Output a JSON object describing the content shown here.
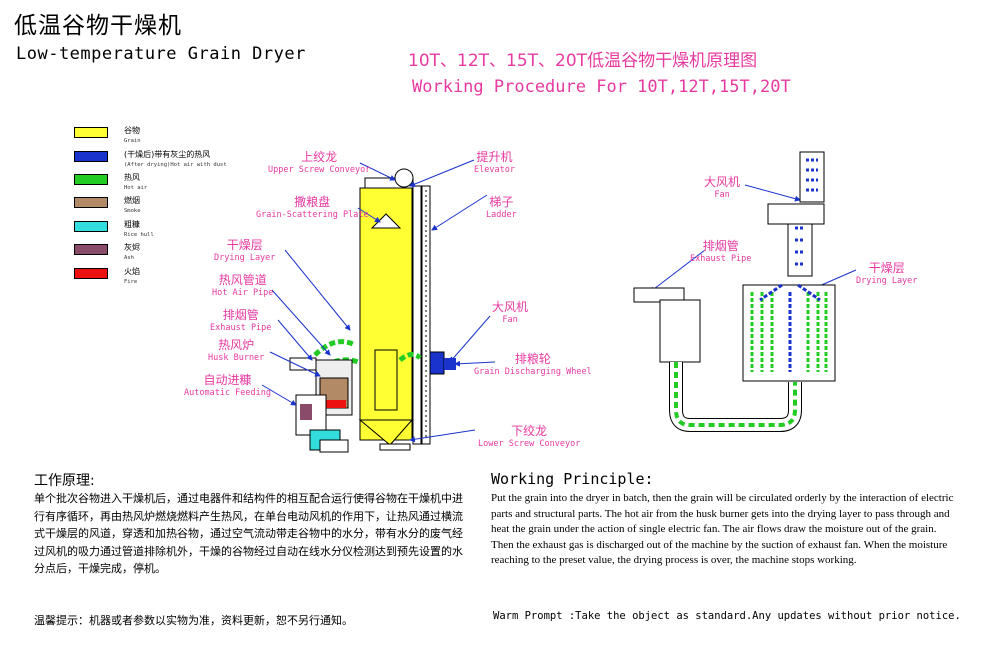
{
  "title": {
    "cn": "低温谷物干燥机",
    "en": "Low-temperature Grain Dryer"
  },
  "heading": {
    "cn": "10T、12T、15T、20T低温谷物干燥机原理图",
    "en": "Working Procedure For 10T,12T,15T,20T"
  },
  "legend": [
    {
      "cn": "谷物",
      "en": "Grain",
      "color": "#ffff33"
    },
    {
      "cn": "(干燥后)带有灰尘的热风",
      "en": "(After drying)Hot air with dust",
      "color": "#1a33cc"
    },
    {
      "cn": "热风",
      "en": "Hot air",
      "color": "#22cc22"
    },
    {
      "cn": "燃烟",
      "en": "Smoke",
      "color": "#b38a66"
    },
    {
      "cn": "粗糠",
      "en": "Rice hull",
      "color": "#33dddd"
    },
    {
      "cn": "灰烬",
      "en": "Ash",
      "color": "#8a4a6a"
    },
    {
      "cn": "火焰",
      "en": "Fire",
      "color": "#ee1111"
    }
  ],
  "labels": {
    "upper_screw": {
      "cn": "上绞龙",
      "en": "Upper Screw Conveyor"
    },
    "elevator": {
      "cn": "提升机",
      "en": "Elevator"
    },
    "scatter": {
      "cn": "撒粮盘",
      "en": "Grain-Scattering Plate"
    },
    "ladder": {
      "cn": "梯子",
      "en": "Ladder"
    },
    "drying_layer": {
      "cn": "干燥层",
      "en": "Drying Layer"
    },
    "hot_air_pipe": {
      "cn": "热风管道",
      "en": "Hot Air Pipe"
    },
    "fan": {
      "cn": "大风机",
      "en": "Fan"
    },
    "exhaust_pipe": {
      "cn": "排烟管",
      "en": "Exhaust Pipe"
    },
    "husk_burner": {
      "cn": "热风炉",
      "en": "Husk Burner"
    },
    "discharge_wheel": {
      "cn": "排粮轮",
      "en": "Grain Discharging Wheel"
    },
    "auto_feeding": {
      "cn": "自动进糠",
      "en": "Automatic Feeding"
    },
    "lower_screw": {
      "cn": "下绞龙",
      "en": "Lower Screw Conveyor"
    },
    "right_fan": {
      "cn": "大风机",
      "en": "Fan"
    },
    "right_exhaust": {
      "cn": "排烟管",
      "en": "Exhaust Pipe"
    },
    "right_drying": {
      "cn": "干燥层",
      "en": "Drying Layer"
    }
  },
  "working_principle": {
    "cn_title": "工作原理:",
    "cn_body": "单个批次谷物进入干燥机后，通过电器件和结构件的相互配合运行使得谷物在干燥机中进行有序循环，再由热风炉燃烧燃料产生热风，在单台电动风机的作用下，让热风通过横流式干燥层的风道，穿透和加热谷物，通过空气流动带走谷物中的水分，带有水分的废气经过风机的吸力通过管道排除机外，干燥的谷物经过自动在线水分仪检测达到预先设置的水分点后，干燥完成，停机。",
    "en_title": "Working Principle:",
    "en_body": "Put the grain into the dryer in batch, then the grain will be circulated orderly by the interaction of electric parts and structural parts. The hot air from the husk burner gets into the drying layer to pass through and heat the grain under the action of single electric fan. The air flows draw the moisture out of the grain. Then the exhaust gas is discharged out of the machine by the suction of exhaust fan. When the moisture reaching to the preset value, the drying process is over, the machine stops working."
  },
  "note": {
    "cn": "温馨提示：机器或者参数以实物为准，资料更新，恕不另行通知。",
    "en": "Warm Prompt :Take the object as standard.Any updates without prior notice."
  }
}
